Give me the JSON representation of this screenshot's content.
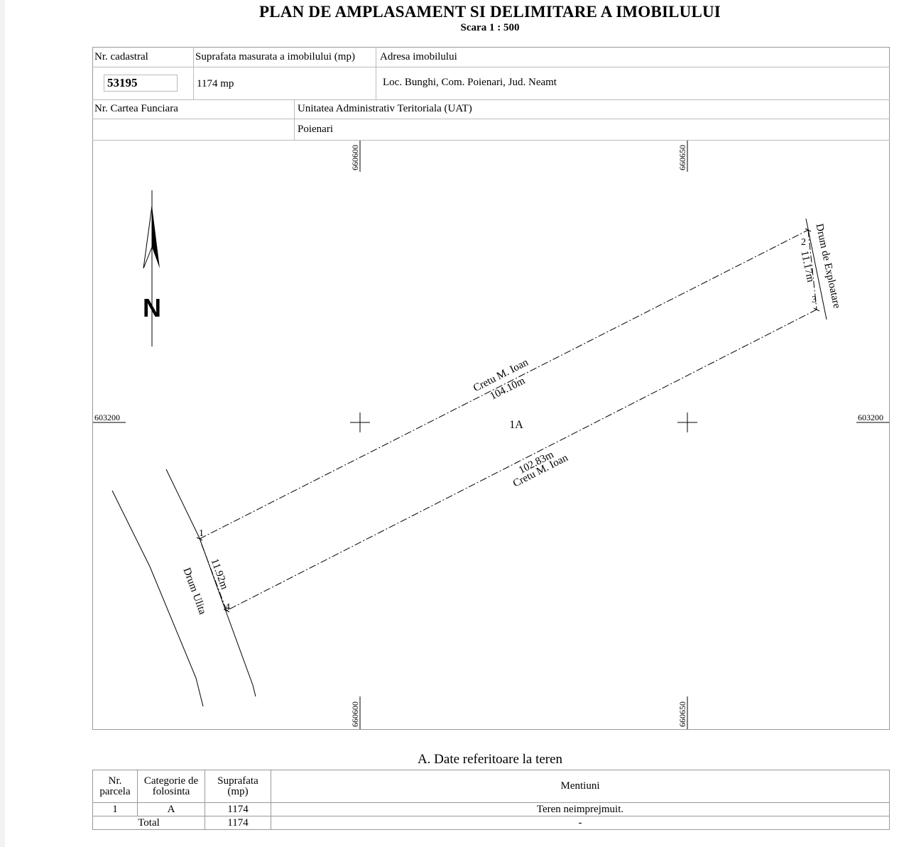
{
  "header": {
    "title": "PLAN DE AMPLASAMENT SI DELIMITARE A  IMOBILULUI",
    "scale": "Scara  1 : 500"
  },
  "info": {
    "cad_label": "Nr. cadastral",
    "area_label": "Suprafata masurata a imobilului (mp)",
    "address_label": "Adresa imobilului",
    "cad_value": "53195",
    "area_value": "1174 mp",
    "address_value": "Loc. Bunghi, Com. Poienari, Jud. Neamt",
    "cf_label": "Nr. Cartea Funciara",
    "cf_value": "",
    "uat_label": "Unitatea Administrativ Teritoriala (UAT)",
    "uat_value": "Poienari"
  },
  "plan": {
    "north": "N",
    "grid_x_top_left": "660600",
    "grid_x_top_right": "660650",
    "grid_x_bottom_left": "660600",
    "grid_x_bottom_right": "660650",
    "grid_y_left": "603200",
    "grid_y_right": "603200",
    "parcel_label": "1A",
    "top_neighbor": "Cretu M. Ioan",
    "top_length": "104.10m",
    "bottom_neighbor": "Cretu M. Ioan",
    "bottom_length": "102.83m",
    "right_road": "Drum de Exploatare",
    "right_length": "11.17m",
    "left_road": "Drum Ulita",
    "left_length": "11.92m",
    "points": [
      "1",
      "2",
      "3",
      "4"
    ]
  },
  "section": {
    "title": "A. Date referitoare la teren",
    "headers": [
      "Nr. parcela",
      "Categorie de folosinta",
      "Suprafata (mp)",
      "Mentiuni"
    ],
    "rows": [
      {
        "nr": "1",
        "cat": "A",
        "area": "1174",
        "note": "Teren neimprejmuit."
      }
    ],
    "total": {
      "label": "Total",
      "area": "1174",
      "note": "-"
    }
  }
}
